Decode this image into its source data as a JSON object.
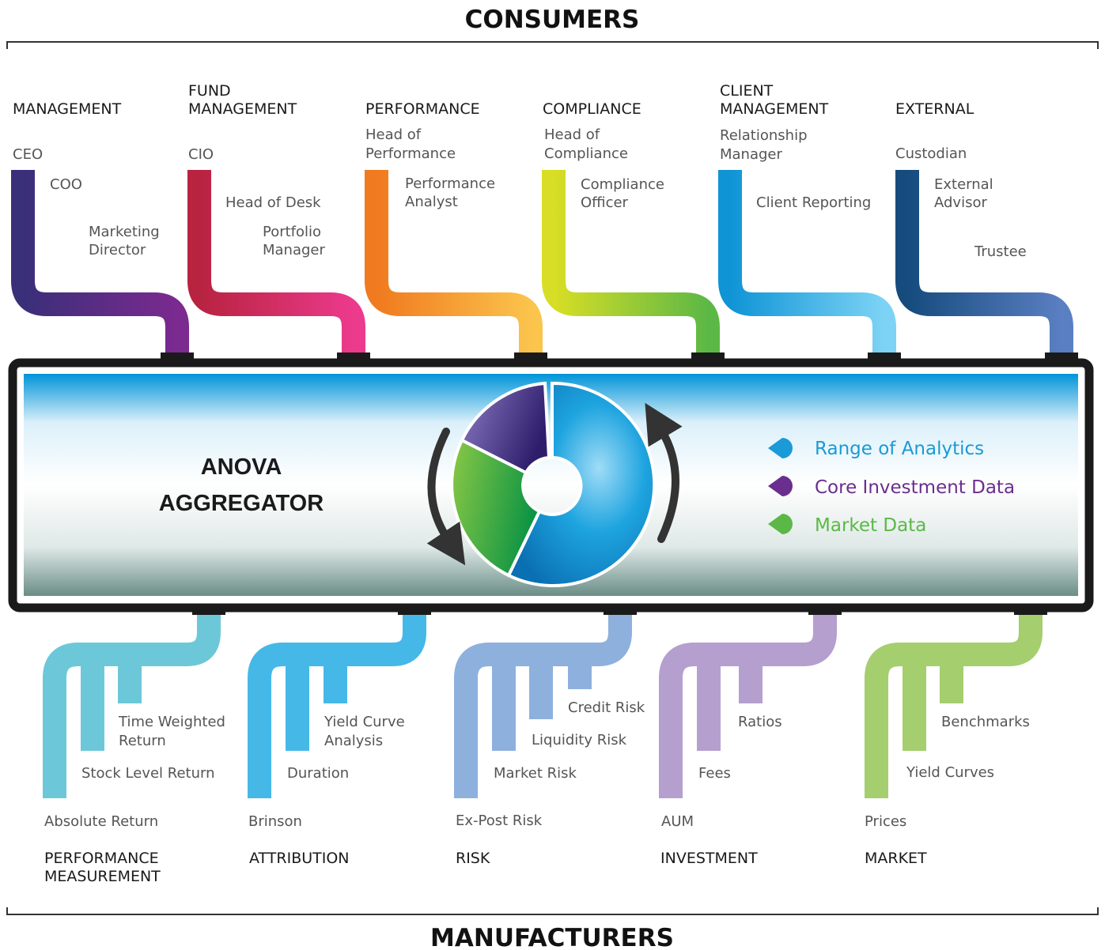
{
  "header": {
    "top": "CONSUMERS",
    "bottom": "MANUFACTURERS"
  },
  "consumers": [
    {
      "title": [
        "MANAGEMENT"
      ],
      "roles": [
        [
          "CEO"
        ],
        [
          "COO"
        ],
        [
          "Marketing",
          "Director"
        ]
      ],
      "color": "#5b2d86"
    },
    {
      "title": [
        "FUND",
        "MANAGEMENT"
      ],
      "roles": [
        [
          "CIO"
        ],
        [
          "Head of Desk"
        ],
        [
          "Portfolio",
          "Manager"
        ]
      ],
      "color": "#d0264f"
    },
    {
      "title": [
        "PERFORMANCE"
      ],
      "roles": [
        [
          "Head of",
          "Performance"
        ],
        [
          "Performance",
          "Analyst"
        ]
      ],
      "color": "#f58a22"
    },
    {
      "title": [
        "COMPLIANCE"
      ],
      "roles": [
        [
          "Head of",
          "Compliance"
        ],
        [
          "Compliance",
          "Officer"
        ]
      ],
      "color": "#a6cf38"
    },
    {
      "title": [
        "CLIENT",
        "MANAGEMENT"
      ],
      "roles": [
        [
          "Relationship",
          "Manager"
        ],
        [
          "Client Reporting"
        ]
      ],
      "color": "#1aa1dd"
    },
    {
      "title": [
        "EXTERNAL"
      ],
      "roles": [
        [
          "Custodian"
        ],
        [
          "External",
          "Advisor"
        ],
        [
          "Trustee"
        ]
      ],
      "color": "#1f5b94"
    }
  ],
  "aggregator": {
    "line1": "ANOVA",
    "line2": "AGGREGATOR"
  },
  "legend": [
    {
      "label": "Range of Analytics",
      "color": "#1a9ad6"
    },
    {
      "label": "Core Investment Data",
      "color": "#6a2e8e"
    },
    {
      "label": "Market Data",
      "color": "#5cb846"
    }
  ],
  "manufacturers": [
    {
      "title": [
        "PERFORMANCE",
        "MEASUREMENT"
      ],
      "items": [
        [
          "Absolute Return"
        ],
        [
          "Stock Level Return"
        ],
        [
          "Time Weighted",
          "Return"
        ]
      ],
      "color": "#6cc8d9"
    },
    {
      "title": [
        "ATTRIBUTION"
      ],
      "items": [
        [
          "Brinson"
        ],
        [
          "Duration"
        ],
        [
          "Yield Curve",
          "Analysis"
        ]
      ],
      "color": "#45b8e8"
    },
    {
      "title": [
        "RISK"
      ],
      "items": [
        [
          "Ex-Post Risk"
        ],
        [
          "Market Risk"
        ],
        [
          "Liquidity Risk"
        ],
        [
          "Credit Risk"
        ]
      ],
      "color": "#8eb0dd"
    },
    {
      "title": [
        "INVESTMENT"
      ],
      "items": [
        [
          "AUM"
        ],
        [
          "Fees"
        ],
        [
          "Ratios"
        ]
      ],
      "color": "#b59fcf"
    },
    {
      "title": [
        "MARKET"
      ],
      "items": [
        [
          "Prices"
        ],
        [
          "Yield Curves"
        ],
        [
          "Benchmarks"
        ]
      ],
      "color": "#a5ce6e"
    }
  ]
}
